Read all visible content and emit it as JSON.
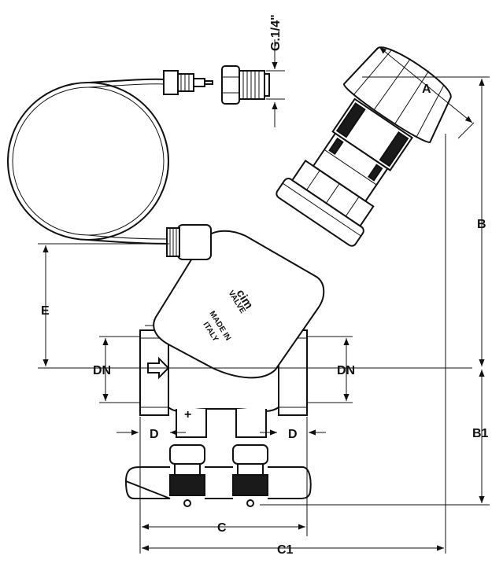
{
  "labels": {
    "thread": "G.1/4\"",
    "a": "A",
    "b": "B",
    "b1": "B1",
    "c": "C",
    "c1": "C1",
    "d_left": "D",
    "d_right": "D",
    "dn_left": "DN",
    "dn_right": "DN",
    "e": "E"
  },
  "body_marking": {
    "brand": "cim",
    "brand_line2": "VALVE",
    "origin_line1": "MADE IN",
    "origin_line2": "ITALY"
  },
  "test_point_sign": "+"
}
